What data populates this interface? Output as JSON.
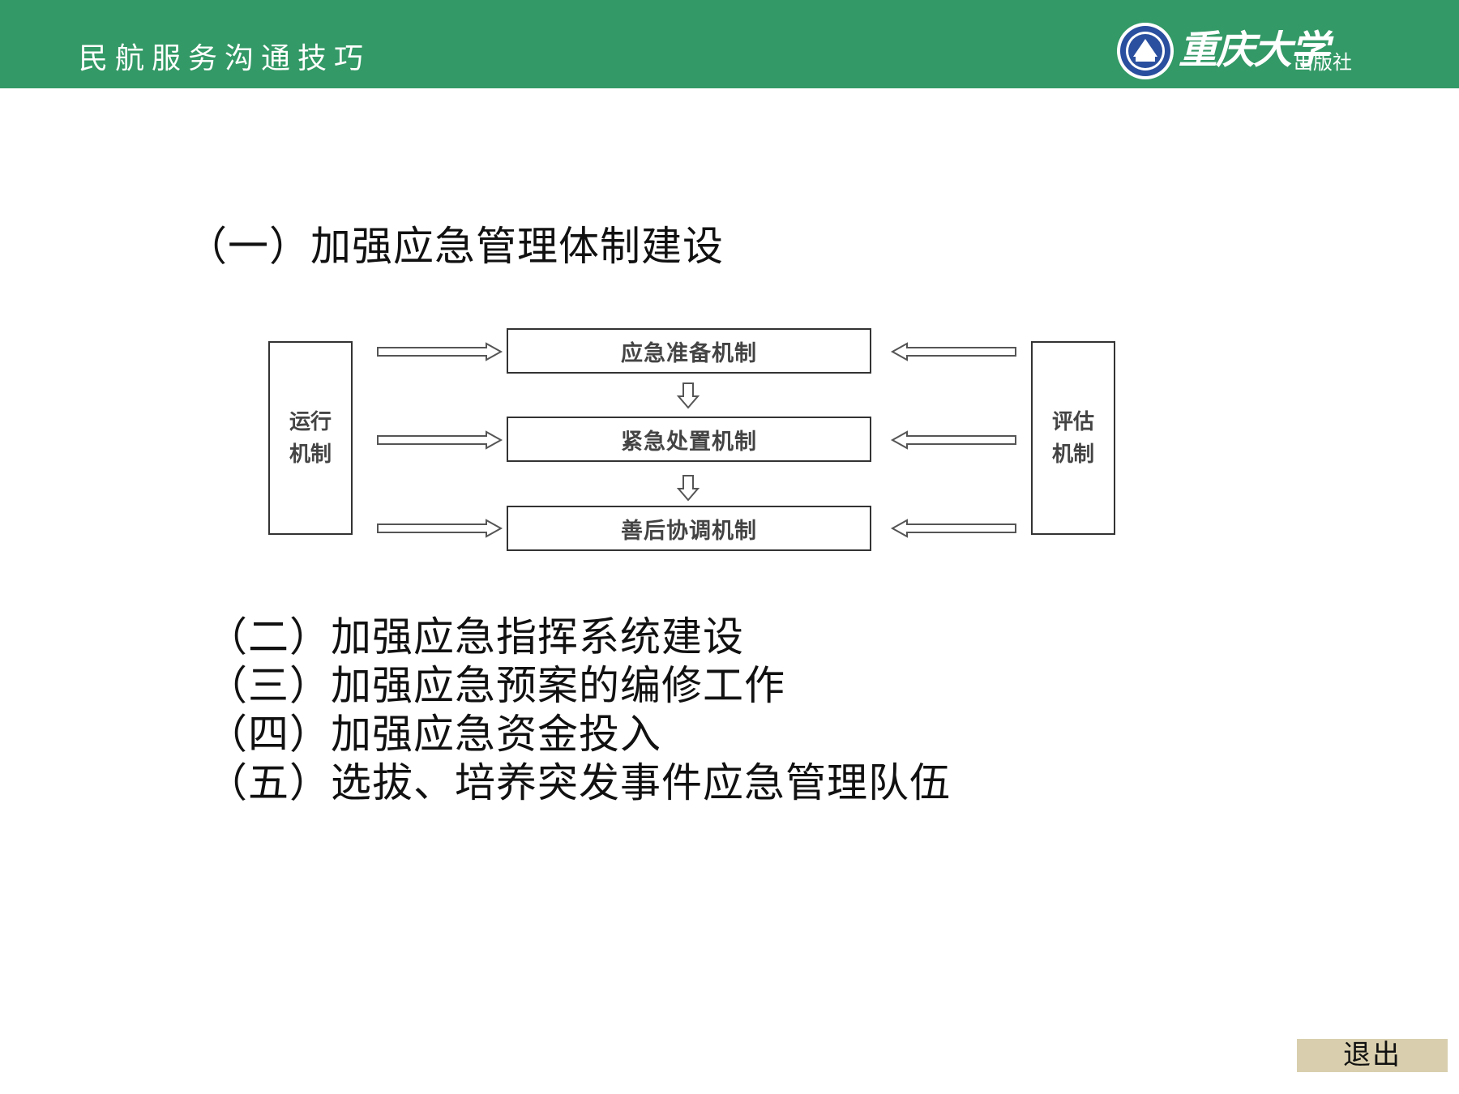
{
  "header": {
    "title": "民航服务沟通技巧",
    "logo_name": "重庆大学",
    "logo_press": "出版社"
  },
  "section": {
    "title": "（一）加强应急管理体制建设"
  },
  "diagram": {
    "left_box": "运行机制",
    "right_box": "评估机制",
    "mechanisms": [
      "应急准备机制",
      "紧急处置机制",
      "善后协调机制"
    ]
  },
  "list": [
    "（二）加强应急指挥系统建设",
    "（三）加强应急预案的编修工作",
    "（四）加强应急资金投入",
    "（五）选拔、培养突发事件应急管理队伍"
  ],
  "exit_label": "退出",
  "colors": {
    "header_bg": "#339966",
    "exit_bg": "#d9cfae"
  }
}
